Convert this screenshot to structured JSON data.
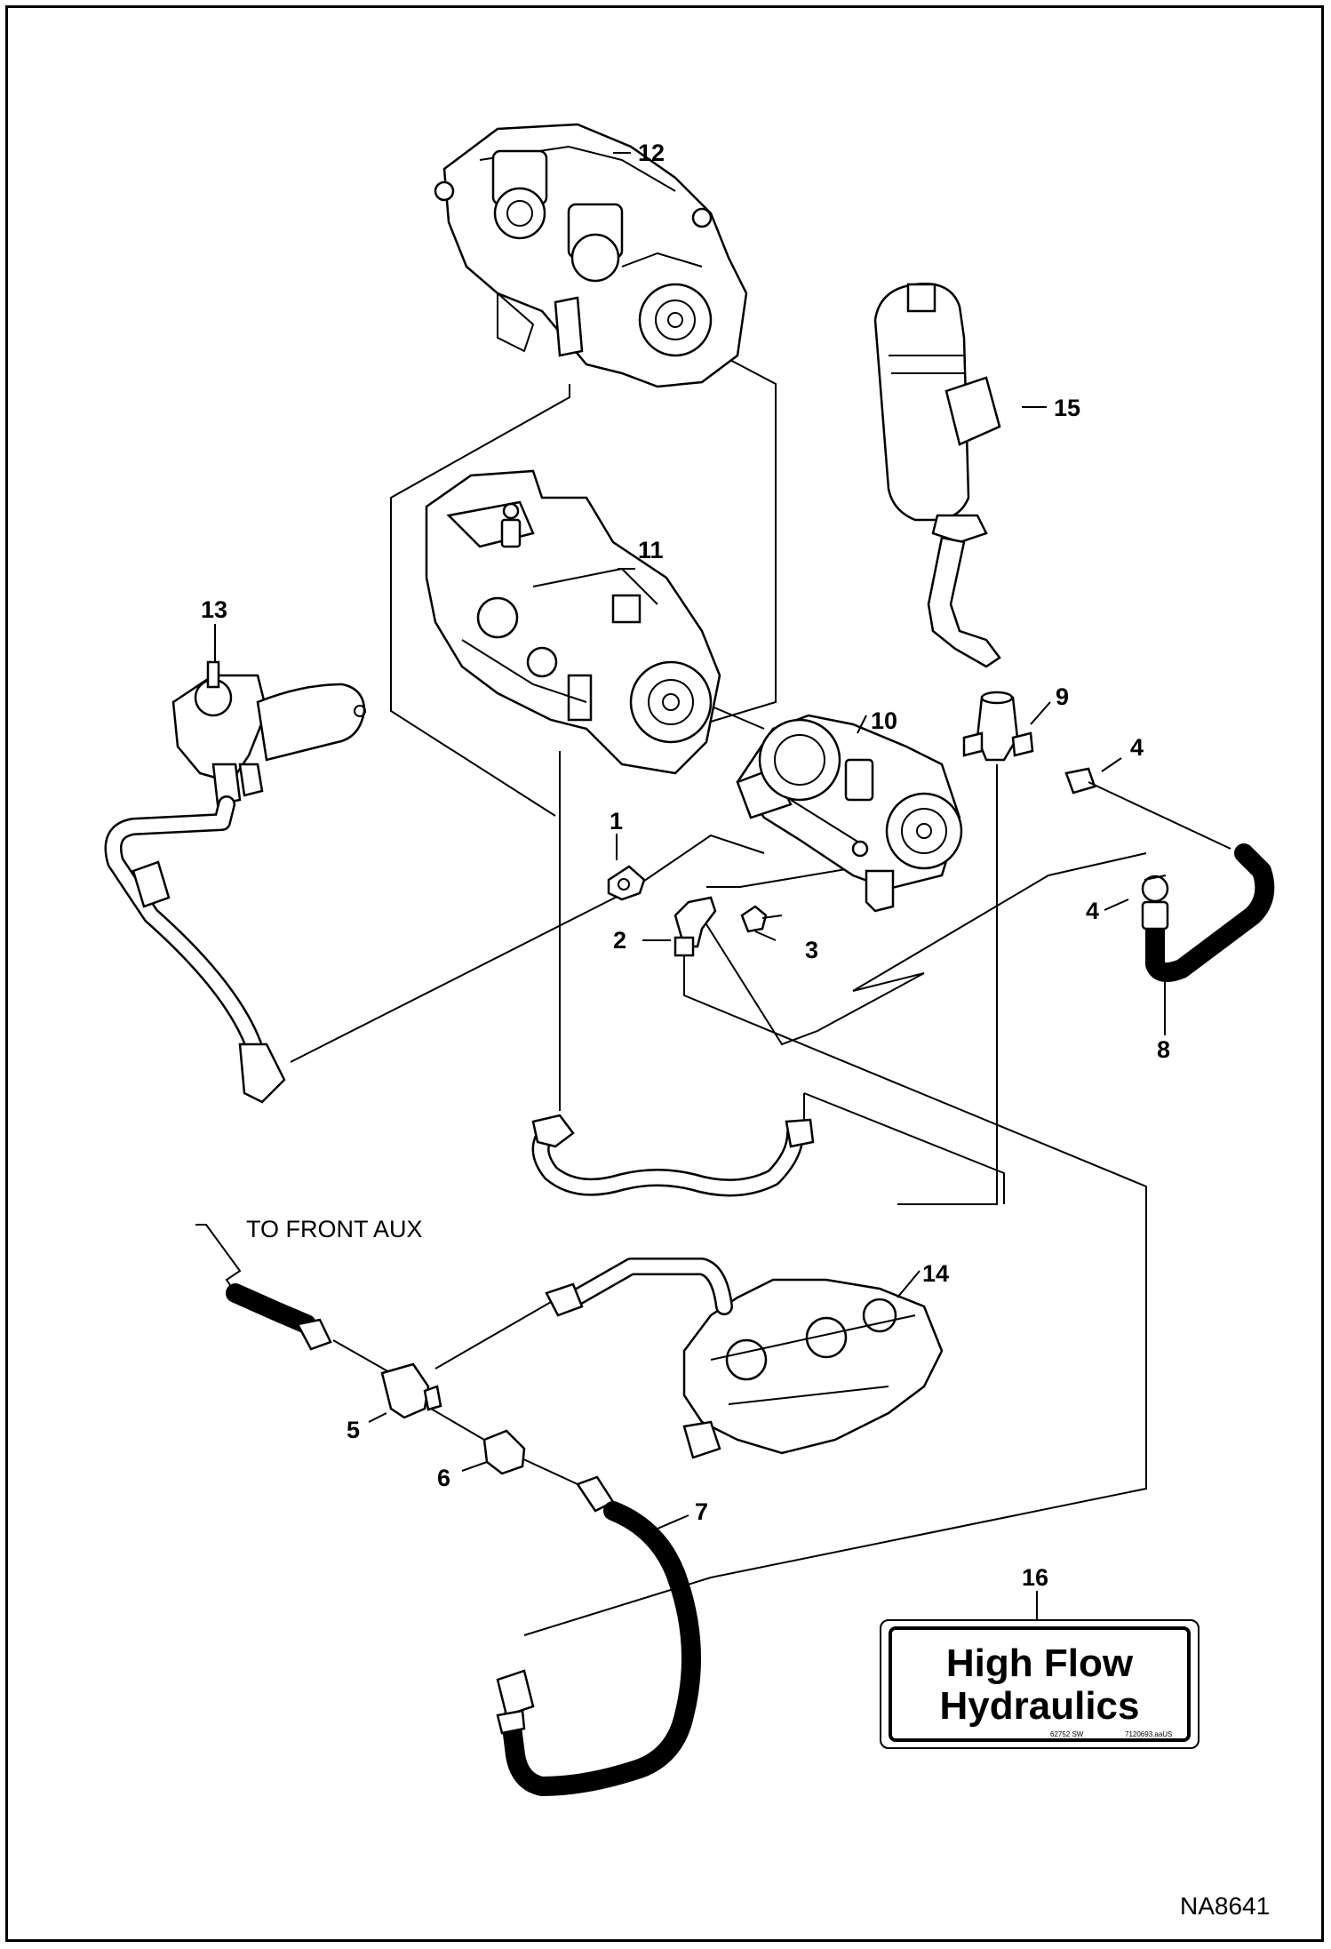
{
  "diagram": {
    "callouts": {
      "c1": "1",
      "c2": "2",
      "c3": "3",
      "c4a": "4",
      "c4b": "4",
      "c5": "5",
      "c6": "6",
      "c7": "7",
      "c8": "8",
      "c9": "9",
      "c10": "10",
      "c11": "11",
      "c12": "12",
      "c13": "13",
      "c14": "14",
      "c15": "15",
      "c16": "16"
    },
    "note_front_aux": "TO FRONT AUX",
    "decal": {
      "line1": "High Flow",
      "line2": "Hydraulics",
      "code_left": "62752 SW",
      "code_right": "7120693.aaUS"
    },
    "drawing_id": "NA8641"
  }
}
